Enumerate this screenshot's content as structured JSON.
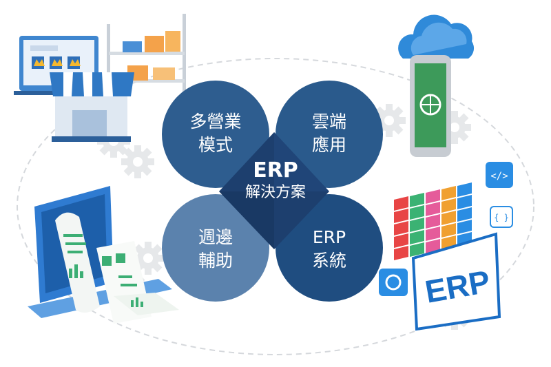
{
  "center": {
    "title": "ERP",
    "subtitle": "解決方案"
  },
  "petals": {
    "top_left": {
      "line1": "多營業",
      "line2": "模式"
    },
    "top_right": {
      "line1": "雲端",
      "line2": "應用"
    },
    "bottom_left": {
      "line1": "週邊",
      "line2": "輔助"
    },
    "bottom_right": {
      "line1": "ERP",
      "line2": "系統"
    }
  },
  "illustrations": {
    "erp_screen_label": "ERP",
    "code_badge_glyph": "</>",
    "braces_badge_glyph": "{ }"
  },
  "colors": {
    "petal_top_left": "#2e5d8f",
    "petal_top_right": "#2a5a8c",
    "petal_bottom_left": "#5b82ad",
    "petal_bottom_right": "#1f4d80",
    "center_diamond": "#1d3f6e",
    "accent_blue": "#1a8ad8",
    "accent_green": "#2aa36a",
    "gear_gray": "#e6e8ea"
  }
}
